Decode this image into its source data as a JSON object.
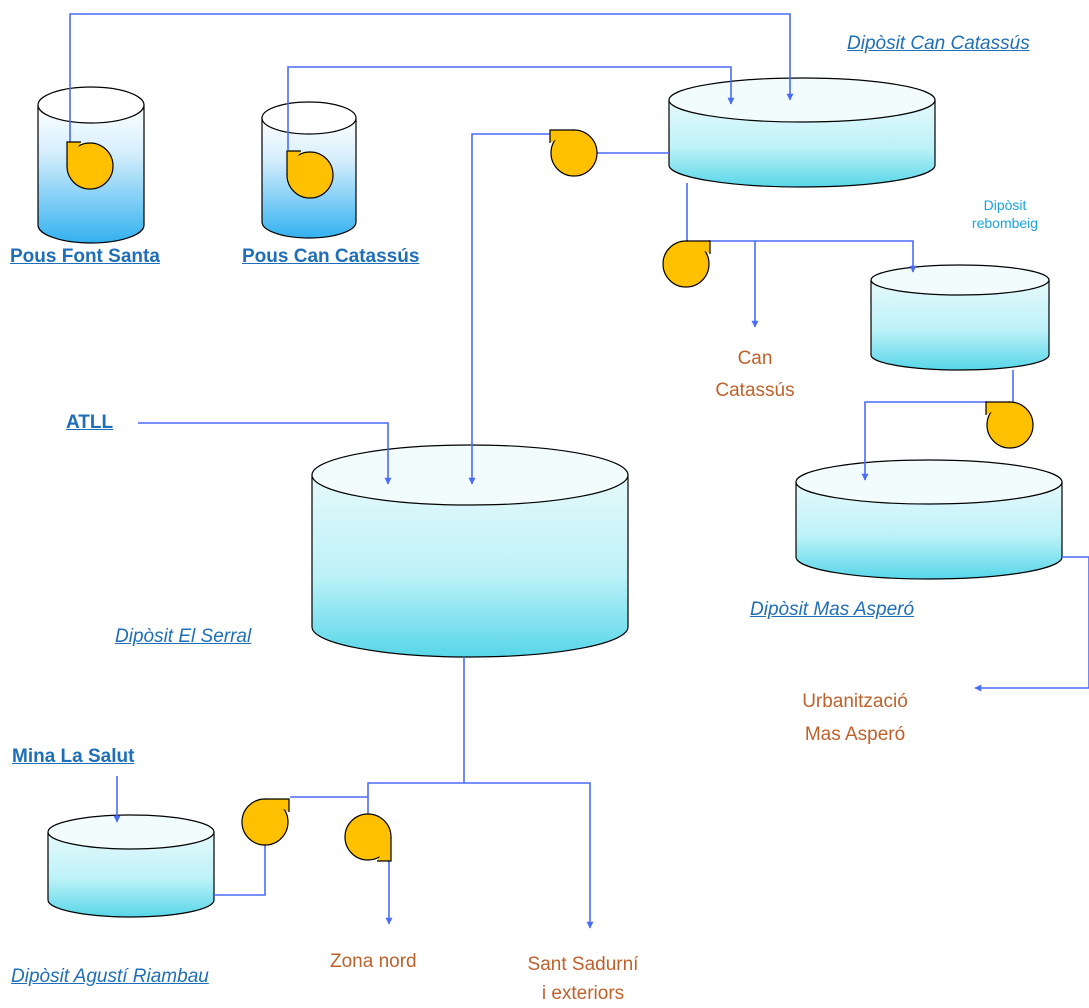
{
  "labels": {
    "pous_font_santa": "Pous Font Santa",
    "pous_can_catassus": "Pous Can Catassús",
    "diposit_can_catassus": "Dipòsit Can Catassús",
    "diposit_rebombeig": [
      "Dipòsit",
      "rebombeig"
    ],
    "can_catassus_dest": [
      "Can",
      "Catassús"
    ],
    "atll": "ATLL",
    "diposit_el_serral": "Dipòsit El Serral",
    "diposit_mas_aspero": "Dipòsit Mas Asperó",
    "urbanitzacio": [
      "Urbanització",
      "Mas Asperó"
    ],
    "mina_la_salut": "Mina La Salut",
    "diposit_agusti_riambau": "Dipòsit Agustí Riambau",
    "zona_nord": "Zona nord",
    "sant_sadurni": [
      "Sant Sadurní",
      "i exteriors"
    ]
  },
  "colors": {
    "pipe": "#4A6CF7",
    "pump": "#FFC000",
    "tank_top": "#E6F9FB",
    "tank_mid": "#BDF2F8",
    "tank_bottom": "#57D6E8",
    "well_bottom": "#33B1F0",
    "link": "#1F6FB8",
    "destination": "#C0612B"
  },
  "icons": {
    "pump": "centrifugal-pump-icon",
    "tank": "cylinder-tank-icon",
    "well": "well-shaft-icon",
    "arrow": "flow-arrow-icon"
  }
}
